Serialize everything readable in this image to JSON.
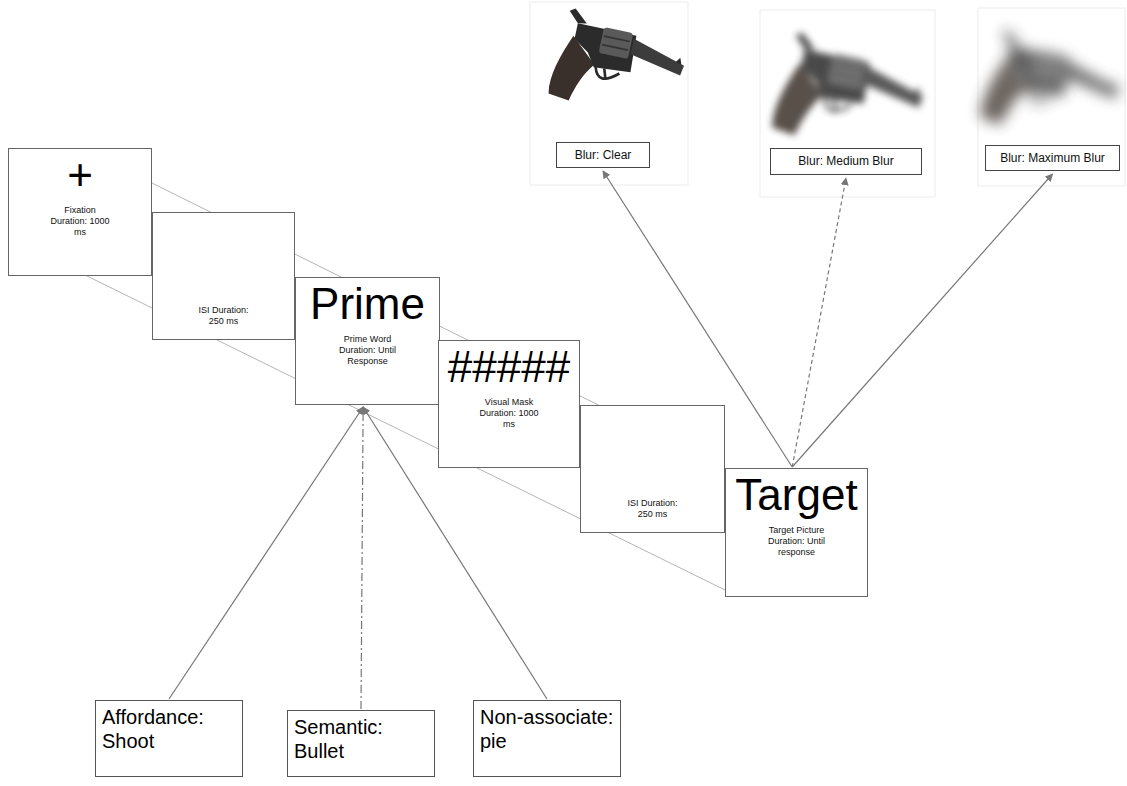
{
  "diagram": {
    "nodes": [
      {
        "text": [
          "+",
          "Fixation Duration: 1000 ms"
        ]
      },
      {
        "text": [
          "ISI Duration: 250 ms"
        ]
      },
      {
        "text": [
          "Prime",
          "Prime Word Duration: Until Response"
        ]
      },
      {
        "text": [
          "#####",
          "Visual Mask Duration: 1000 ms"
        ]
      },
      {
        "text": [
          "ISI Duration: 250 ms"
        ]
      },
      {
        "text": [
          "Target",
          "Target Picture Duration: Until response"
        ]
      },
      {
        "text": [
          "Blur: Clear"
        ]
      },
      {
        "text": [
          "Blur: Medium Blur"
        ]
      },
      {
        "text": [
          "Blur: Maximum Blur"
        ]
      },
      {
        "text": [
          "Affordance: Shoot"
        ]
      },
      {
        "text": [
          "Semantic: Bullet"
        ]
      },
      {
        "text": [
          "Non-associate: pie"
        ]
      }
    ],
    "edges": [
      {
        "from": 5,
        "to": 6,
        "arrow": "to"
      },
      {
        "from": 5,
        "to": 7,
        "arrow": "to"
      },
      {
        "from": 5,
        "to": 8,
        "arrow": "to"
      },
      {
        "from": 9,
        "to": 2,
        "arrow": "to"
      },
      {
        "from": 10,
        "to": 2,
        "arrow": "to"
      },
      {
        "from": 11,
        "to": 2,
        "arrow": "to"
      }
    ]
  }
}
